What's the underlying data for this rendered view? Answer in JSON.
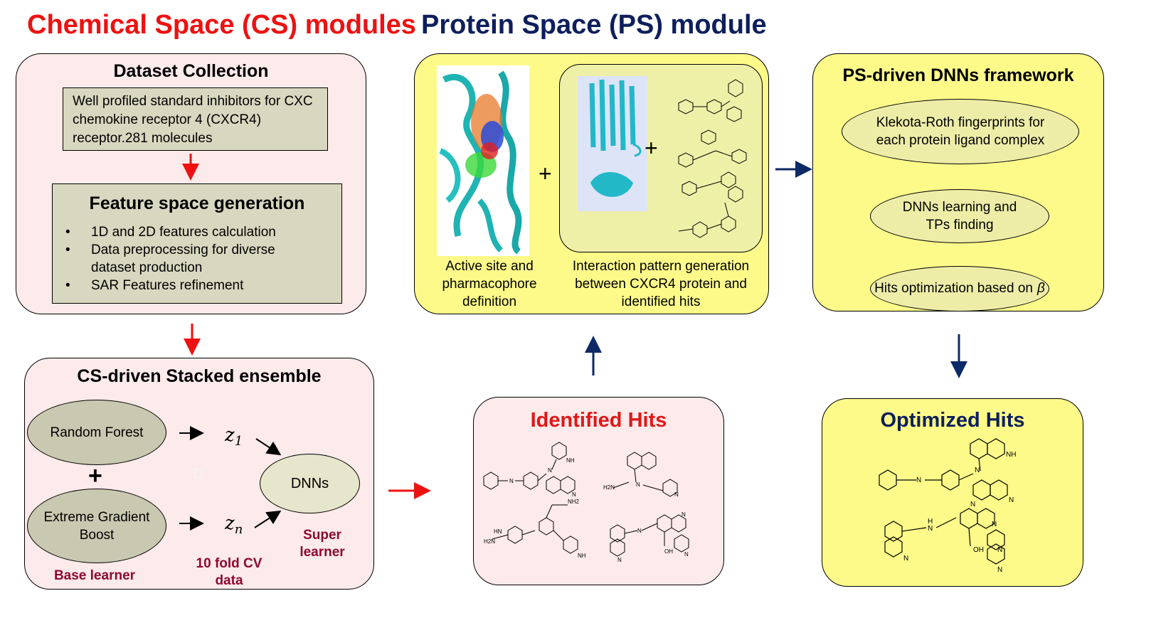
{
  "titles": {
    "cs": "Chemical Space (CS) modules",
    "ps": "Protein Space (PS) module"
  },
  "colors": {
    "cs_title": "#ee1111",
    "ps_title": "#0d1f5c",
    "pink_box": "#fdeaea",
    "yellow_box": "#fdfa8a",
    "red_arrow": "#ee1111",
    "navy_arrow": "#0d2a66",
    "identified_title": "#e01818",
    "label_maroon": "#8b0b2e"
  },
  "dataset_collection": {
    "heading": "Dataset Collection",
    "description": "Well profiled standard inhibitors for CXC chemokine receptor 4 (CXCR4) receptor.281 molecules"
  },
  "feature_space": {
    "heading": "Feature space generation",
    "items": [
      "1D and 2D features calculation",
      "Data preprocessing for diverse dataset production",
      "SAR Features refinement"
    ]
  },
  "stacked_ensemble": {
    "heading": "CS-driven Stacked ensemble",
    "base_models": [
      "Random Forest",
      "Extreme Gradient Boost"
    ],
    "plus": "+",
    "z_first": "z",
    "z_first_sub": "1",
    "z_last": "z",
    "z_last_sub": "n",
    "meta_model": "DNNs",
    "base_label": "Base learner",
    "cv_label": "10 fold CV data",
    "super_label": "Super learner",
    "stray_mark": "D"
  },
  "ps_module": {
    "caption_left": "Active site and pharmacophore definition",
    "caption_right": "Interaction pattern generation between CXCR4 protein and identified hits",
    "plus_outer": "+",
    "plus_inner": "+"
  },
  "dnn_framework": {
    "heading": "PS-driven DNNs framework",
    "steps": [
      "Klekota-Roth fingerprints for each protein ligand complex",
      "DNNs learning and TPs finding",
      "Hits optimization based on"
    ],
    "beta_symbol": "β"
  },
  "identified_hits": {
    "heading": "Identified Hits",
    "atom_labels": [
      "N",
      "NH",
      "N",
      "N",
      "H2N",
      "N",
      "N",
      "N",
      "OH",
      "N",
      "NH2",
      "NH",
      "HN",
      "H2N",
      "N",
      "N"
    ]
  },
  "optimized_hits": {
    "heading": "Optimized Hits",
    "atom_labels": [
      "N",
      "NH",
      "N",
      "N",
      "H",
      "N",
      "N",
      "N",
      "N",
      "OH",
      "N",
      "N"
    ]
  }
}
